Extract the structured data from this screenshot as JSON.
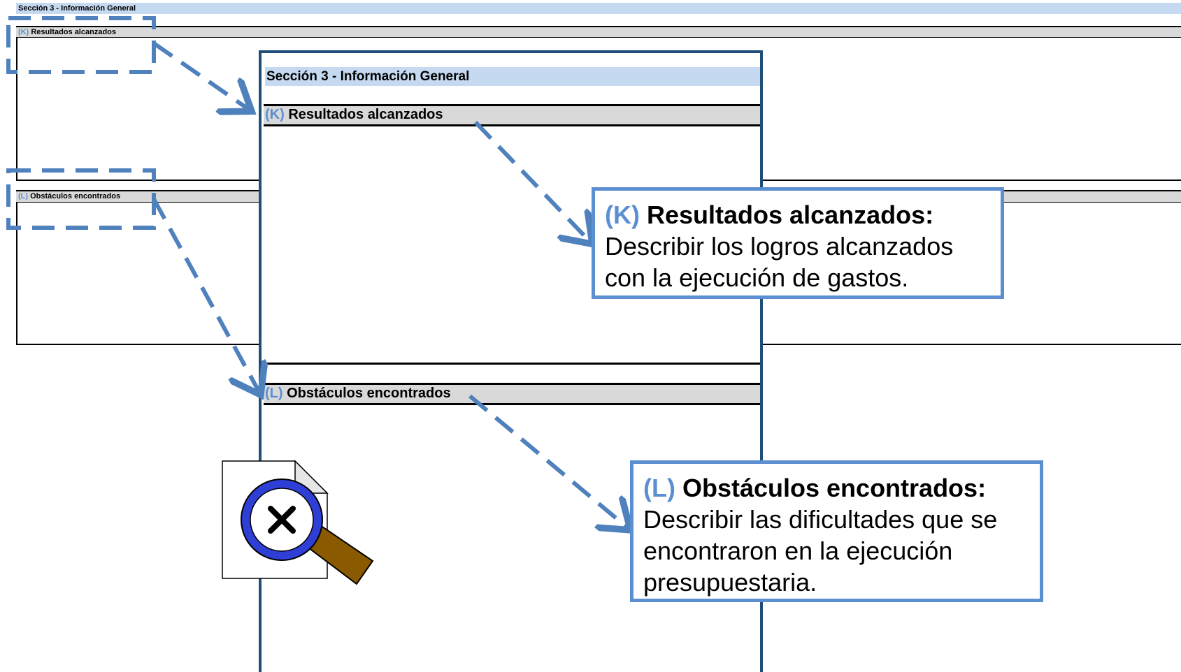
{
  "background_form": {
    "header": "Sección 3 - Información General",
    "k_code": "(K)",
    "k_label": "Resultados alcanzados",
    "l_code": "(L)",
    "l_label": "Obstáculos encontrados"
  },
  "zoomed_form": {
    "header": "Sección 3 - Información General",
    "k_code": "(K)",
    "k_label": "Resultados alcanzados",
    "l_code": "(L)",
    "l_label": "Obstáculos encontrados"
  },
  "callout_k": {
    "code": "(K)",
    "title": "Resultados alcanzados:",
    "text": "Describir los logros alcanzados con la ejecución de gastos."
  },
  "callout_l": {
    "code": "(L)",
    "title": "Obstáculos encontrados:",
    "text": "Describir las dificultades que se encontraron en la ejecución presupuestaria."
  },
  "icon": "magnifier-no-results-icon",
  "colors": {
    "accent_blue": "#5b8fd1",
    "header_fill": "#c5d9f1",
    "bar_fill": "#d9d9d9",
    "panel_border": "#1f4e79"
  }
}
